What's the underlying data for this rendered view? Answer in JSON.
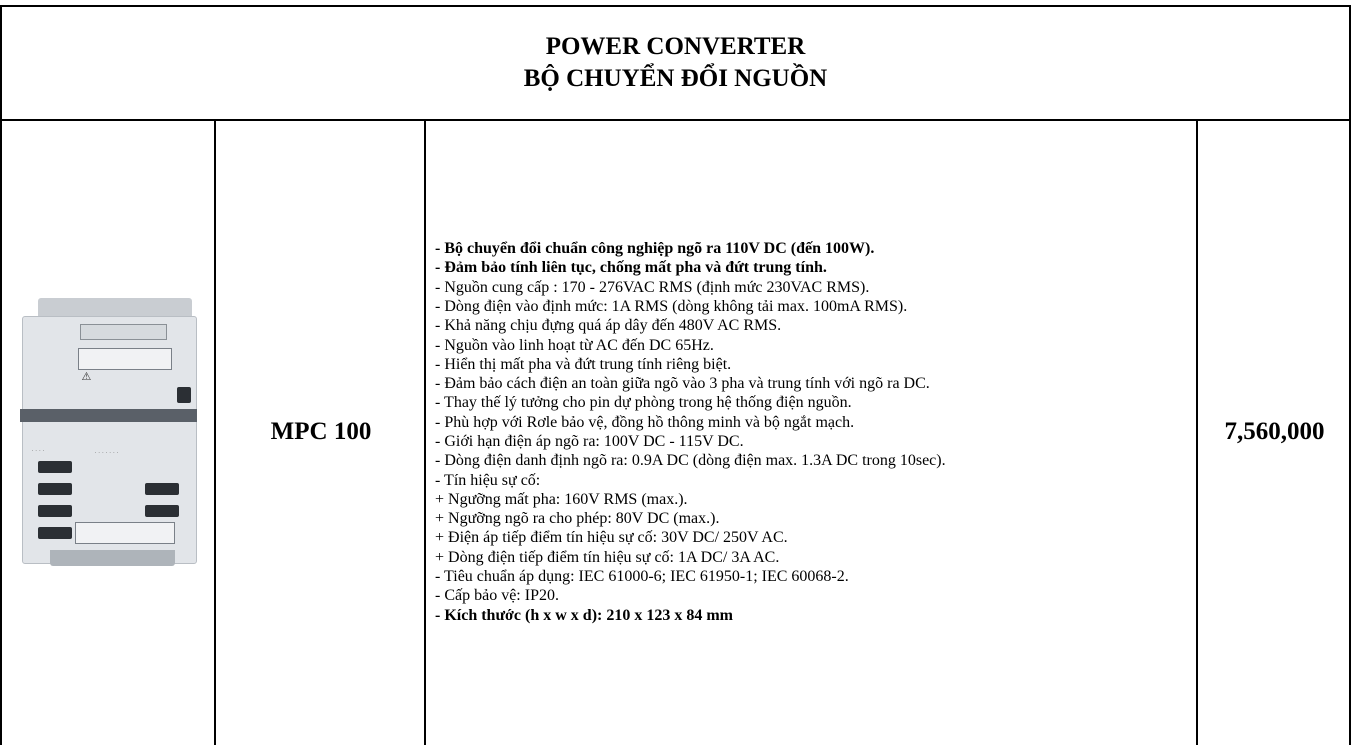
{
  "header": {
    "title_en": "POWER CONVERTER",
    "title_vi": "BỘ CHUYỂN ĐỔI NGUỒN"
  },
  "product": {
    "image_icon": "power-converter-device-image",
    "model": "MPC 100",
    "price": "7,560,000",
    "description": [
      {
        "text": "- Bộ chuyển đổi chuẩn công nghiệp ngõ ra 110V DC (đến 100W).",
        "bold": true
      },
      {
        "text": "- Đảm bảo tính liên tục, chống mất pha và đứt trung tính.",
        "bold": true
      },
      {
        "text": "- Nguồn cung cấp : 170 - 276VAC RMS (định mức 230VAC RMS).",
        "bold": false
      },
      {
        "text": "- Dòng điện vào định mức: 1A RMS (dòng không tải max. 100mA RMS).",
        "bold": false
      },
      {
        "text": "- Khả năng chịu đựng quá áp dây đến 480V AC RMS.",
        "bold": false
      },
      {
        "text": "- Nguồn vào linh hoạt từ AC đến DC 65Hz.",
        "bold": false
      },
      {
        "text": "- Hiển thị mất pha và đứt trung tính riêng biệt.",
        "bold": false
      },
      {
        "text": "- Đảm bảo cách điện an toàn giữa ngõ vào 3 pha và trung tính với ngõ ra DC.",
        "bold": false
      },
      {
        "text": "- Thay thế lý tưởng cho pin dự phòng trong hệ thống điện nguồn.",
        "bold": false
      },
      {
        "text": "- Phù hợp với Rơle bảo vệ, đồng hồ thông minh và bộ ngắt mạch.",
        "bold": false
      },
      {
        "text": "- Giới hạn điện áp ngõ ra: 100V DC - 115V DC.",
        "bold": false
      },
      {
        "text": "- Dòng điện danh định ngõ ra: 0.9A DC (dòng điện max. 1.3A DC trong 10sec).",
        "bold": false
      },
      {
        "text": "- Tín hiệu sự cố:",
        "bold": false
      },
      {
        "text": "+ Ngưỡng mất pha: 160V RMS (max.).",
        "bold": false
      },
      {
        "text": "+ Ngưỡng ngõ ra cho phép: 80V DC (max.).",
        "bold": false
      },
      {
        "text": "+ Điện áp tiếp điểm tín hiệu sự cố: 30V DC/ 250V AC.",
        "bold": false
      },
      {
        "text": "+ Dòng điện tiếp điểm tín hiệu sự cố: 1A DC/ 3A AC.",
        "bold": false
      },
      {
        "text": "- Tiêu chuẩn áp dụng: IEC 61000-6; IEC 61950-1; IEC 60068-2.",
        "bold": false
      },
      {
        "text": "- Cấp bảo vệ: IP20.",
        "bold": false
      },
      {
        "text": "- Kích thước (h x w x d): 210 x 123 x 84 mm",
        "bold": true
      }
    ]
  }
}
